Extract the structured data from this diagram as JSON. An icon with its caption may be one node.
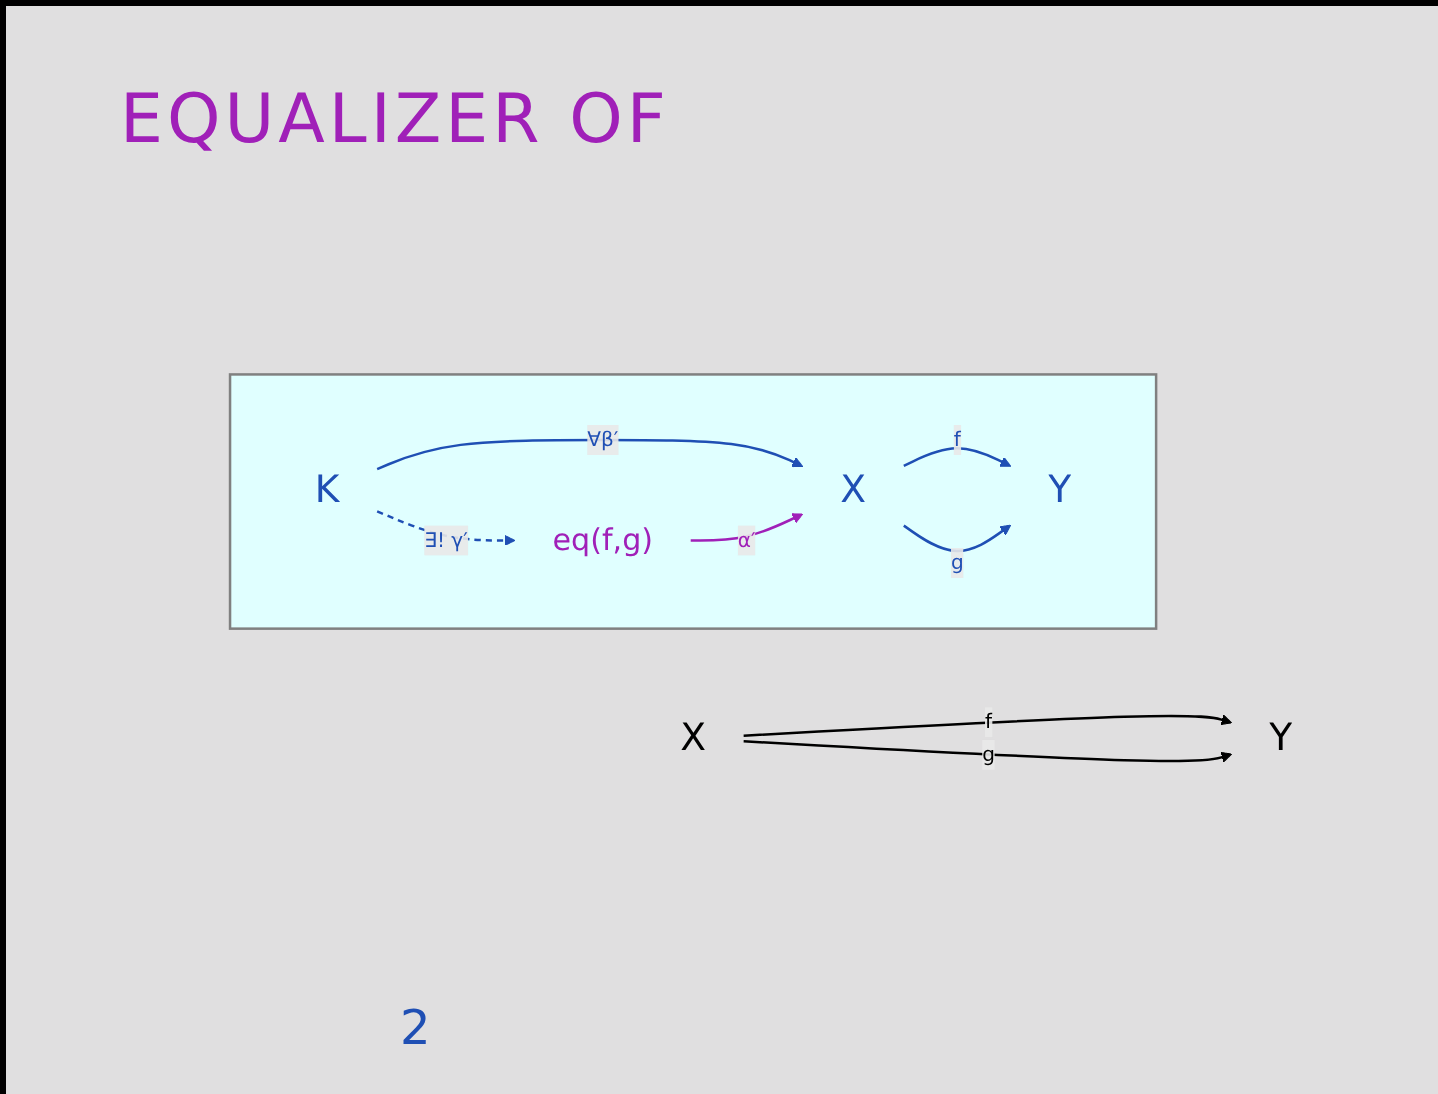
{
  "diagram": {
    "title": "EQUALIZER OF",
    "nodes": [
      {
        "text": [
          "X"
        ]
      },
      {
        "text": [
          "Y"
        ]
      },
      {
        "text": [],
        "shape": "box"
      },
      {
        "text": [
          "K"
        ],
        "in": 2
      },
      {
        "text": [
          "eq(f,g)"
        ],
        "in": 2
      },
      {
        "text": [
          "X"
        ],
        "in": 2
      },
      {
        "text": [
          "Y"
        ],
        "in": 2
      }
    ],
    "edges": [
      {
        "from": 0,
        "to": 1,
        "arrow": "to",
        "label": "f",
        "color": "#000000"
      },
      {
        "from": 0,
        "to": 1,
        "arrow": "to",
        "label": "g",
        "color": "#000000"
      },
      {
        "from": 3,
        "to": 4,
        "arrow": "to",
        "label": "∃! γ′",
        "style": "dashed"
      },
      {
        "from": 3,
        "to": 5,
        "arrow": "to",
        "label": "∀β′"
      },
      {
        "from": 4,
        "to": 5,
        "arrow": "to",
        "label": "α′",
        "color": "#a020b8"
      },
      {
        "from": 5,
        "to": 6,
        "arrow": "to",
        "label": "f"
      },
      {
        "from": 5,
        "to": 6,
        "arrow": "to",
        "label": "g"
      }
    ],
    "labels": [
      "2"
    ]
  }
}
